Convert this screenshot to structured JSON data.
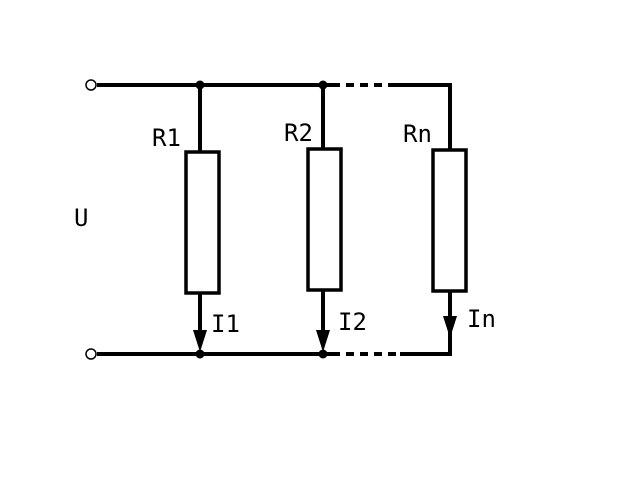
{
  "diagram": {
    "voltage_label": "U",
    "branches": [
      {
        "resistor_label": "R1",
        "current_label": "I1"
      },
      {
        "resistor_label": "R2",
        "current_label": "I2"
      },
      {
        "resistor_label": "Rn",
        "current_label": "In"
      }
    ]
  }
}
